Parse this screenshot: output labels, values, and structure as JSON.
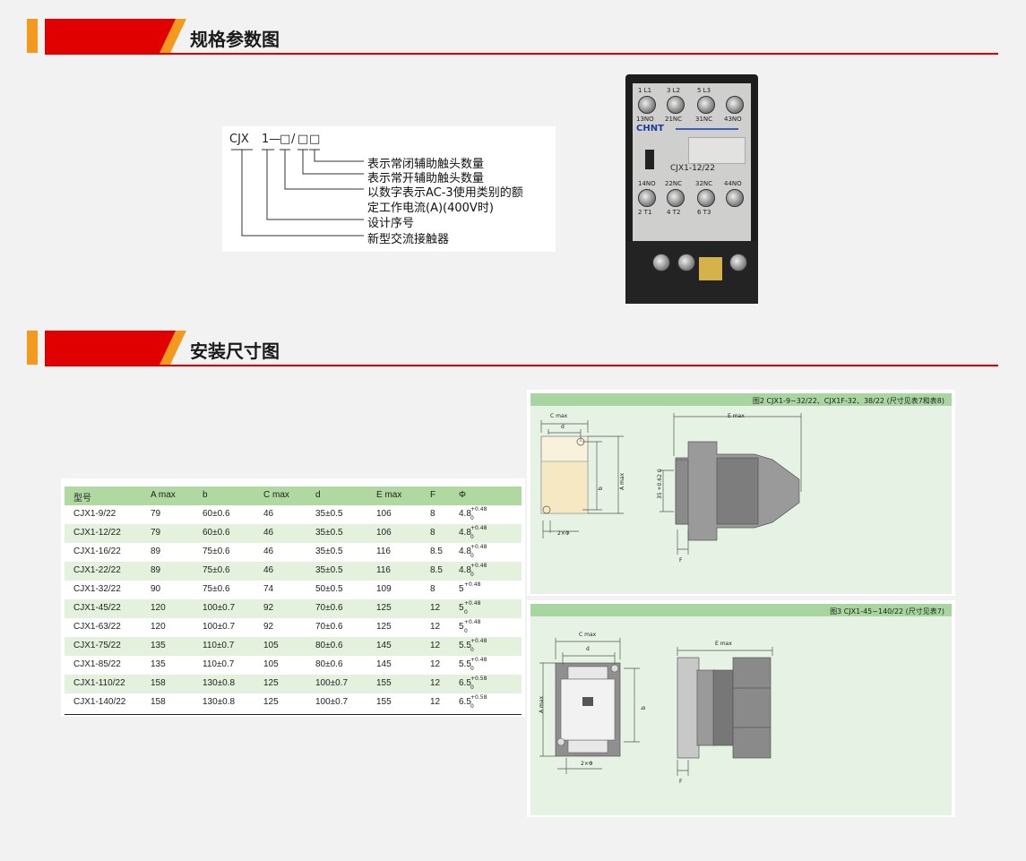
{
  "sections": [
    {
      "title": "规格参数图"
    },
    {
      "title": "安装尺寸图"
    }
  ],
  "spec": {
    "code_parts": [
      "CJX",
      "1—",
      "□",
      "/",
      "□",
      "□"
    ],
    "legend": [
      "表示常闭辅助触头数量",
      "表示常开辅助触头数量",
      "以数字表示AC-3使用类别的额",
      "定工作电流(A)(400V时)",
      "设计序号",
      "新型交流接触器"
    ]
  },
  "product_photo": {
    "brand": "CHNT",
    "model": "CJX1-12/22",
    "top_labels": [
      "1 L1",
      "3 L2",
      "5 L3",
      ""
    ],
    "top_contacts": [
      "13NO",
      "21NC",
      "31NC",
      "43NO"
    ],
    "bottom_contacts": [
      "14NO",
      "22NC",
      "32NC",
      "44NO"
    ],
    "bottom_labels": [
      "2 T1",
      "4 T2",
      "6 T3",
      ""
    ]
  },
  "table": {
    "headers": [
      "型号",
      "A max",
      "b",
      "C max",
      "d",
      "E max",
      "F",
      "Φ"
    ],
    "rows": [
      [
        "CJX1-9/22",
        "79",
        "60±0.6",
        "46",
        "35±0.5",
        "106",
        "8",
        "4.8",
        "+0.48",
        "0"
      ],
      [
        "CJX1-12/22",
        "79",
        "60±0.6",
        "46",
        "35±0.5",
        "106",
        "8",
        "4.8",
        "+0.48",
        "0"
      ],
      [
        "CJX1-16/22",
        "89",
        "75±0.6",
        "46",
        "35±0.5",
        "116",
        "8.5",
        "4.8",
        "+0.48",
        "0"
      ],
      [
        "CJX1-22/22",
        "89",
        "75±0.6",
        "46",
        "35±0.5",
        "116",
        "8.5",
        "4.8",
        "+0.48",
        "0"
      ],
      [
        "CJX1-32/22",
        "90",
        "75±0.6",
        "74",
        "50±0.5",
        "109",
        "8",
        "5",
        "+0.48",
        ""
      ],
      [
        "CJX1-45/22",
        "120",
        "100±0.7",
        "92",
        "70±0.6",
        "125",
        "12",
        "5",
        "+0.48",
        "0"
      ],
      [
        "CJX1-63/22",
        "120",
        "100±0.7",
        "92",
        "70±0.6",
        "125",
        "12",
        "5",
        "+0.48",
        "0"
      ],
      [
        "CJX1-75/22",
        "135",
        "110±0.7",
        "105",
        "80±0.6",
        "145",
        "12",
        "5.5",
        "+0.48",
        "0"
      ],
      [
        "CJX1-85/22",
        "135",
        "110±0.7",
        "105",
        "80±0.6",
        "145",
        "12",
        "5.5",
        "+0.48",
        "0"
      ],
      [
        "CJX1-110/22",
        "158",
        "130±0.8",
        "125",
        "100±0.7",
        "155",
        "12",
        "6.5",
        "+0.58",
        "0"
      ],
      [
        "CJX1-140/22",
        "158",
        "130±0.8",
        "125",
        "100±0.7",
        "155",
        "12",
        "6.5",
        "+0.58",
        "0"
      ]
    ]
  },
  "fig2": {
    "caption": "图2 CJX1-9~32/22、CJX1F-32、38/22 (尺寸见表7和表8)",
    "labels": {
      "c": "C max",
      "d": "d",
      "b": "b",
      "a": "A max",
      "e": "E max",
      "f": "F",
      "hole": "2×Φ",
      "side": "35 +0.62 0"
    }
  },
  "fig3": {
    "caption": "图3 CJX1-45~140/22 (尺寸见表7)",
    "labels": {
      "c": "C max",
      "d": "d",
      "b": "b",
      "a": "A max",
      "e": "E max",
      "f": "F",
      "hole": "2×Φ"
    }
  },
  "colors": {
    "accent_red": "#e00000",
    "accent_orange": "#f39a1e",
    "table_header": "#b0d9a2",
    "table_alt": "#e3f1dd"
  }
}
